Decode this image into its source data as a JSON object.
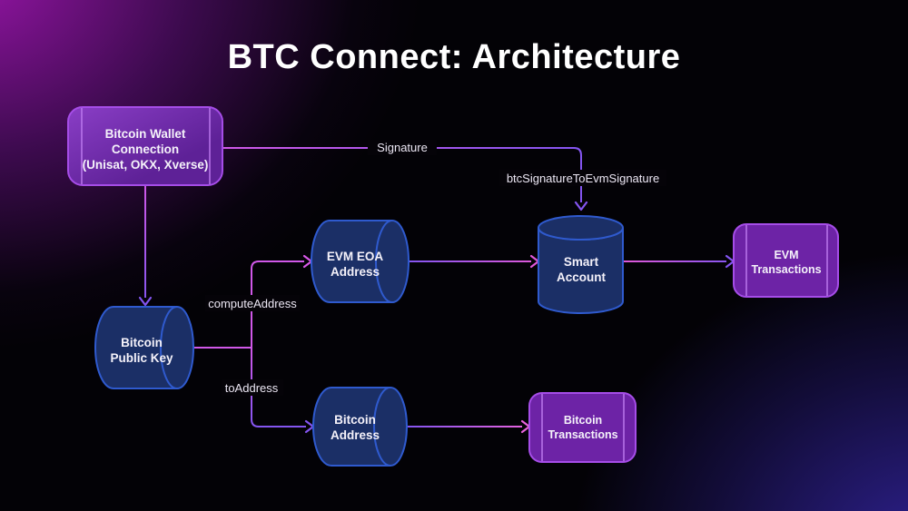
{
  "title": "BTC Connect: Architecture",
  "nodes": {
    "wallet": {
      "line1": "Bitcoin Wallet",
      "line2": "Connection",
      "line3": "(Unisat, OKX, Xverse)"
    },
    "btc_public_key": {
      "line1": "Bitcoin",
      "line2": "Public Key"
    },
    "evm_eoa": {
      "line1": "EVM EOA",
      "line2": "Address"
    },
    "smart_account": {
      "line1": "Smart",
      "line2": "Account"
    },
    "btc_address": {
      "line1": "Bitcoin",
      "line2": "Address"
    },
    "evm_transactions": {
      "line1": "EVM",
      "line2": "Transactions"
    },
    "btc_transactions": {
      "line1": "Bitcoin",
      "line2": "Transactions"
    }
  },
  "edge_labels": {
    "signature": "Signature",
    "btc_signature": "btcSignatureToEvmSignature",
    "compute_address": "computeAddress",
    "to_address": "toAddress"
  },
  "colors": {
    "background": "#030206",
    "glow_top_left": "#8e119e",
    "glow_bottom_right": "#2a2296",
    "purple_box_fill": "#6d23a6",
    "purple_box_border": "#a64de8",
    "purple_box_inner_line": "#c07df2",
    "cylinder_fill": "#1b2f66",
    "cylinder_border": "#2f5ace",
    "edge_pink": "#d058e8",
    "edge_purple": "#8455f0",
    "text": "#ffffff"
  }
}
